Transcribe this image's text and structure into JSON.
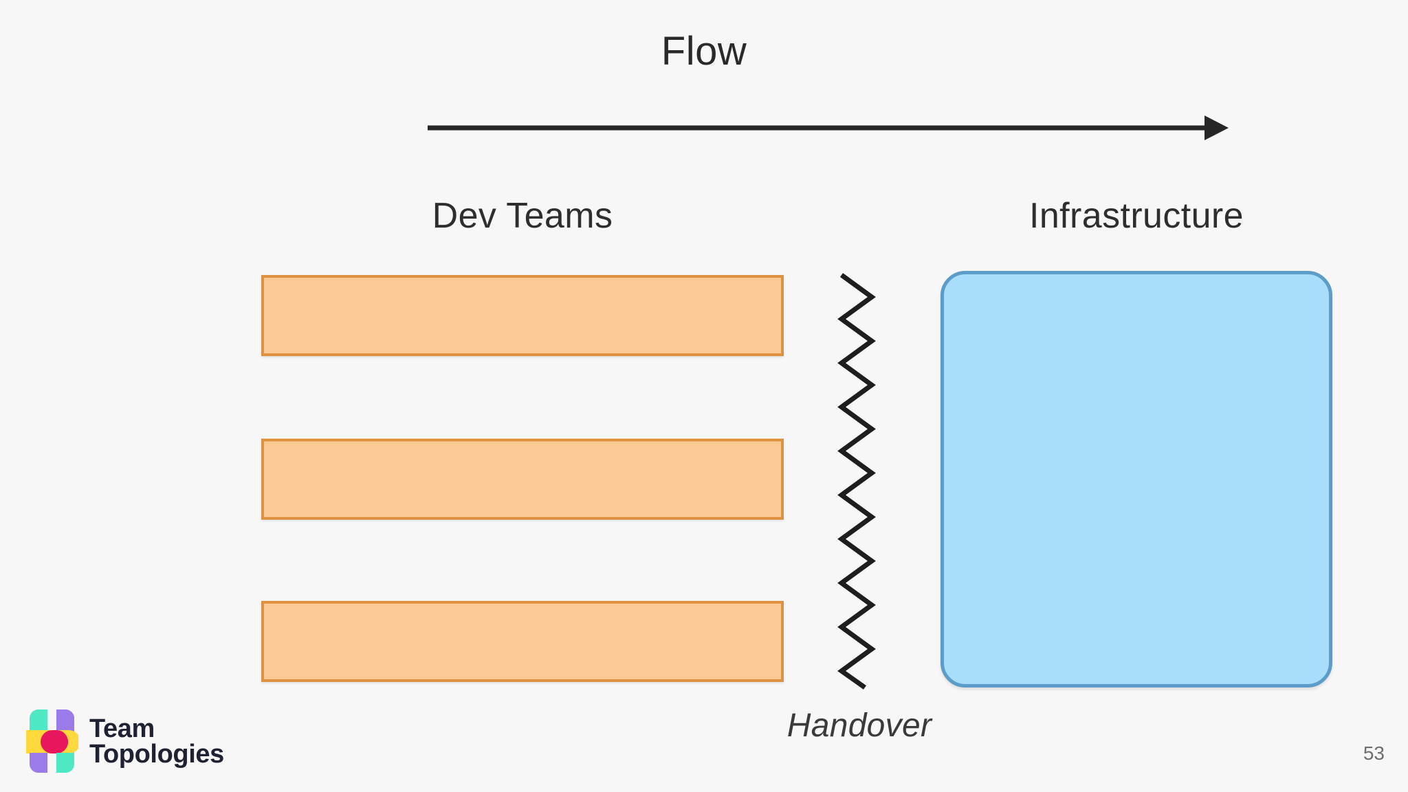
{
  "slide": {
    "background_color": "#F7F7F8",
    "page_number": "53"
  },
  "header": {
    "title": "Flow",
    "arrow": {
      "name": "flow-arrow",
      "direction": "right",
      "color": "#262626"
    }
  },
  "columns": {
    "left": {
      "heading": "Dev Teams",
      "items": [
        {
          "label": "",
          "fill": "#FBC994",
          "stroke": "#DE9140"
        },
        {
          "label": "",
          "fill": "#FBC994",
          "stroke": "#DE9140"
        },
        {
          "label": "",
          "fill": "#FBC994",
          "stroke": "#DE9140"
        }
      ]
    },
    "right": {
      "heading": "Infrastructure",
      "box": {
        "label": "",
        "fill": "#A8DDFB",
        "stroke": "#5C9CC9"
      }
    }
  },
  "divider": {
    "label": "Handover",
    "style": "zigzag",
    "color": "#1E1E1E"
  },
  "logo": {
    "line1": "Team",
    "line2": "Topologies",
    "text_color": "#1E2233",
    "mark_colors": {
      "teal": "#4FE8C4",
      "purple": "#9B7BEA",
      "yellow": "#FFD93B",
      "crimson": "#E8175D"
    }
  }
}
